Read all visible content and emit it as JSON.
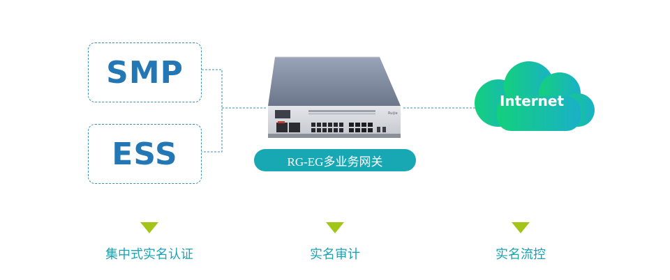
{
  "sources": {
    "smp_label": "SMP",
    "ess_label": "ESS"
  },
  "device": {
    "label": "RG-EG多业务网关",
    "brand_text": "Ruijie"
  },
  "cloud": {
    "label": "Internet"
  },
  "features": [
    {
      "label": "集中式实名认证"
    },
    {
      "label": "实名审计"
    },
    {
      "label": "实名流控"
    }
  ],
  "colors": {
    "box_border": "#3a8fb7",
    "box_text": "#2377b4",
    "pill": "#17a8b4",
    "cloud_start": "#13d07c",
    "cloud_end": "#1ab0c8",
    "triangle": "#a2c518",
    "feature_text": "#1aa3b3"
  }
}
